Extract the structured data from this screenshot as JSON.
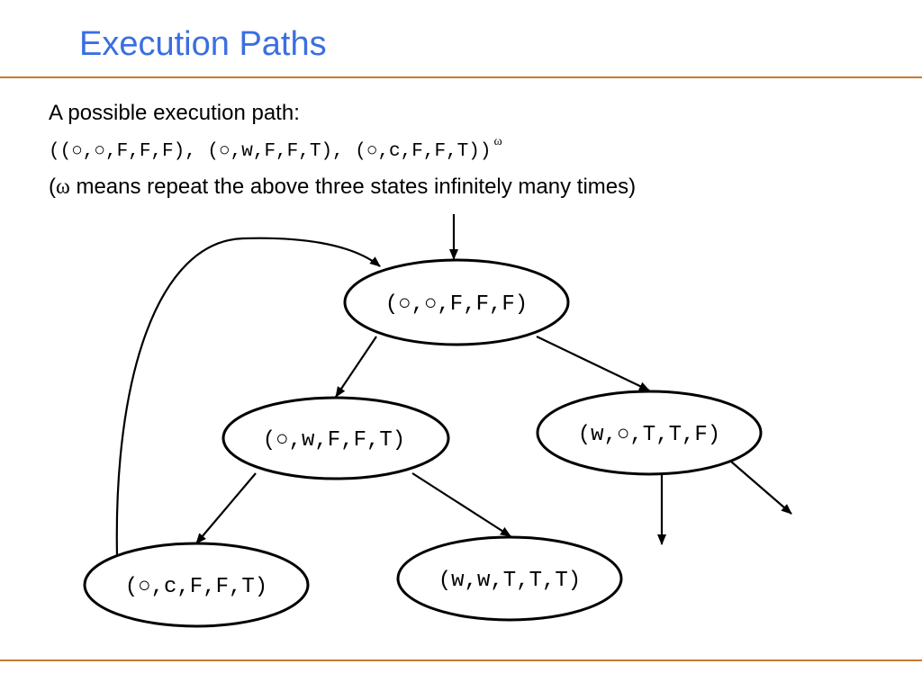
{
  "slide": {
    "title": "Execution Paths",
    "intro": "A possible execution path:",
    "path_code": "((○,○,F,F,F), (○,w,F,F,T), (○,c,F,F,T))",
    "path_superscript": "ω",
    "note_open": "(",
    "note_omega": "ω",
    "note_rest": " means repeat the above three states infinitely many times)"
  },
  "diagram": {
    "nodes": [
      {
        "id": "n1",
        "label": "(○,○,F,F,F)"
      },
      {
        "id": "n2",
        "label": "(○,w,F,F,T)"
      },
      {
        "id": "n3",
        "label": "(w,○,T,T,F)"
      },
      {
        "id": "n4",
        "label": "(○,c,F,F,T)"
      },
      {
        "id": "n5",
        "label": "(w,w,T,T,T)"
      }
    ],
    "edges": [
      {
        "from": "start",
        "to": "n1"
      },
      {
        "from": "n1",
        "to": "n2"
      },
      {
        "from": "n1",
        "to": "n3"
      },
      {
        "from": "n2",
        "to": "n4"
      },
      {
        "from": "n2",
        "to": "n5"
      },
      {
        "from": "n4",
        "to": "n1"
      },
      {
        "from": "n3",
        "to": "offpage"
      },
      {
        "from": "n3",
        "to": "offpage"
      }
    ]
  },
  "colors": {
    "title": "#3b6fe0",
    "rule": "#c87a2e",
    "ink": "#000000"
  }
}
